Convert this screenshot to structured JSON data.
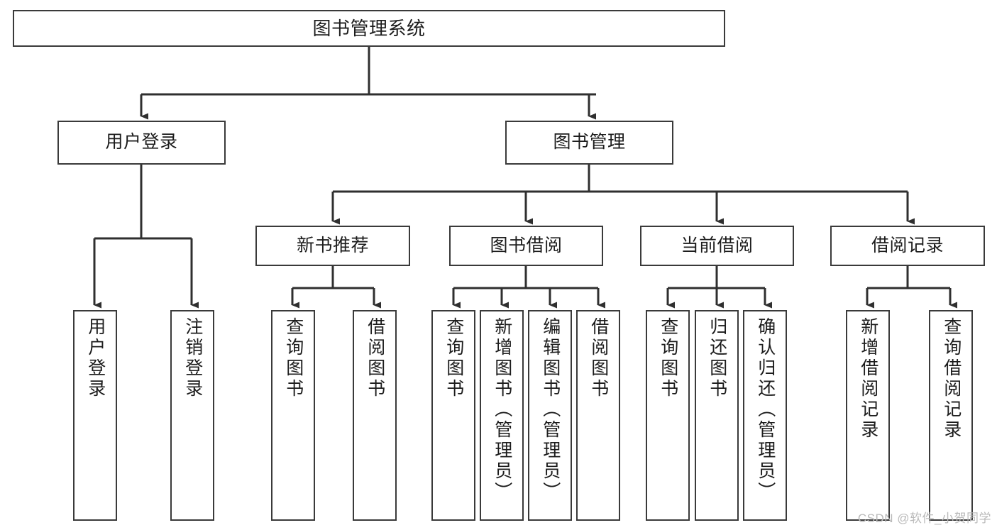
{
  "diagram": {
    "title": "图书管理系统",
    "type": "tree-hierarchy-chart",
    "watermark": "CSDN @软件_小贺同学",
    "colors": {
      "box_border": "#3a3a3a",
      "box_fill": "#ffffff",
      "connector": "#2f2f2f",
      "text": "#1c1c1c",
      "watermark": "#b9b9b9"
    },
    "nodes": {
      "root": {
        "label": "图书管理系统"
      },
      "level2": [
        {
          "id": "user-login",
          "label": "用户登录"
        },
        {
          "id": "book-management",
          "label": "图书管理"
        }
      ],
      "level3": [
        {
          "id": "new-book-recommend",
          "label": "新书推荐"
        },
        {
          "id": "book-borrow",
          "label": "图书借阅"
        },
        {
          "id": "current-borrow",
          "label": "当前借阅"
        },
        {
          "id": "borrow-record",
          "label": "借阅记录"
        }
      ],
      "leaves": {
        "user-login": [
          {
            "id": "leaf-user-login",
            "label": "用户登录"
          },
          {
            "id": "leaf-logout-login",
            "label": "注销登录"
          }
        ],
        "new-book-recommend": [
          {
            "id": "leaf-query-book-1",
            "label": "查询图书"
          },
          {
            "id": "leaf-borrow-book-1",
            "label": "借阅图书"
          }
        ],
        "book-borrow": [
          {
            "id": "leaf-query-book-2",
            "label": "查询图书"
          },
          {
            "id": "leaf-add-book",
            "label": "新增图书（管理员）"
          },
          {
            "id": "leaf-edit-book",
            "label": "编辑图书（管理员）"
          },
          {
            "id": "leaf-borrow-book-2",
            "label": "借阅图书"
          }
        ],
        "current-borrow": [
          {
            "id": "leaf-query-book-3",
            "label": "查询图书"
          },
          {
            "id": "leaf-return-book",
            "label": "归还图书"
          },
          {
            "id": "leaf-confirm-return",
            "label": "确认归还（管理员）"
          }
        ],
        "borrow-record": [
          {
            "id": "leaf-add-record",
            "label": "新增借阅记录"
          },
          {
            "id": "leaf-query-record",
            "label": "查询借阅记录"
          }
        ]
      }
    }
  }
}
